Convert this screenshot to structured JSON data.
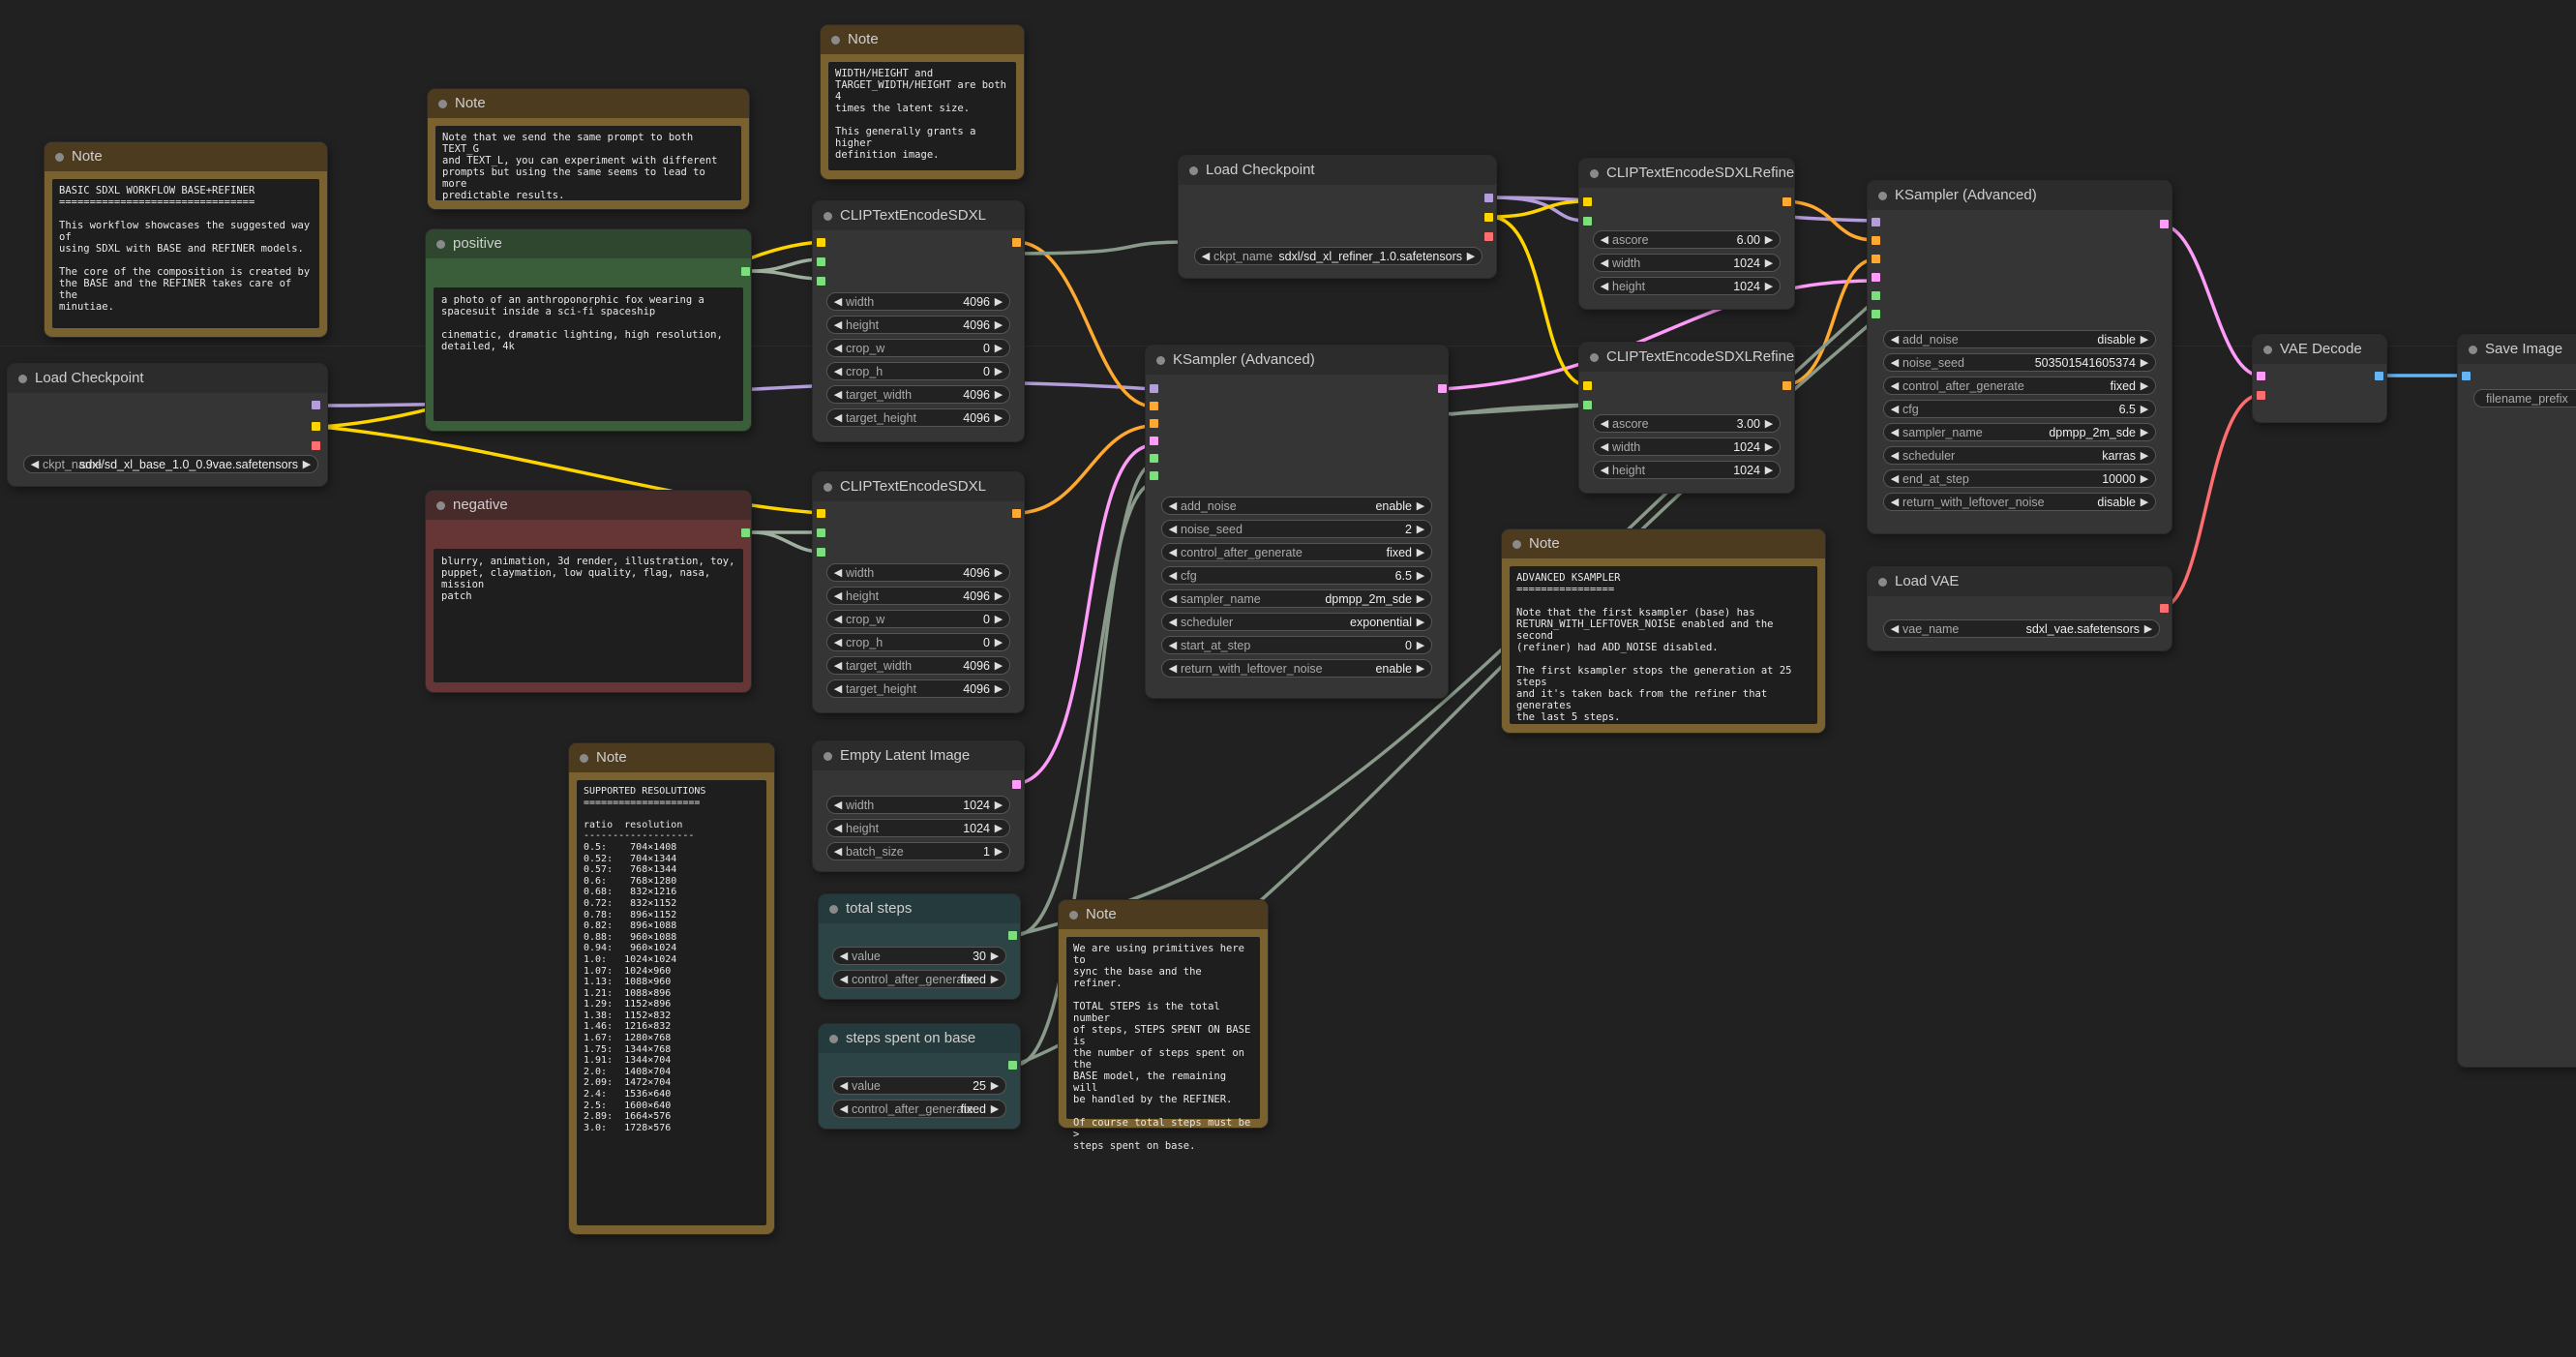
{
  "nodes": {
    "note_basic": {
      "title": "Note",
      "text": "BASIC SDXL WORKFLOW BASE+REFINER\n================================\n\nThis workflow showcases the suggested way of\nusing SDXL with BASE and REFINER models.\n\nThe core of the composition is created by\nthe BASE and the REFINER takes care of the\nminutiae."
    },
    "load_ckpt_base": {
      "title": "Load Checkpoint",
      "ckpt_label": "ckpt_name",
      "ckpt_value": "sdxl/sd_xl_base_1.0_0.9vae.safetensors"
    },
    "note_prompt": {
      "title": "Note",
      "text": "Note that we send the same prompt to both TEXT_G\nand TEXT_L, you can experiment with different\nprompts but using the same seems to lead to more\npredictable results."
    },
    "note_width": {
      "title": "Note",
      "text": "WIDTH/HEIGHT and\nTARGET_WIDTH/HEIGHT are both 4\ntimes the latent size.\n\nThis generally grants a higher\ndefinition image."
    },
    "positive": {
      "title": "positive",
      "text": "a photo of an anthroponorphic fox wearing a\nspacesuit inside a sci-fi spaceship\n\ncinematic, dramatic lighting, high resolution,\ndetailed, 4k"
    },
    "negative": {
      "title": "negative",
      "text": "blurry, animation, 3d render, illustration, toy,\npuppet, claymation, low quality, flag, nasa, mission\npatch"
    },
    "clip_pos": {
      "title": "CLIPTextEncodeSDXL",
      "widgets": [
        {
          "n": "width",
          "v": "4096"
        },
        {
          "n": "height",
          "v": "4096"
        },
        {
          "n": "crop_w",
          "v": "0"
        },
        {
          "n": "crop_h",
          "v": "0"
        },
        {
          "n": "target_width",
          "v": "4096"
        },
        {
          "n": "target_height",
          "v": "4096"
        }
      ]
    },
    "clip_neg": {
      "title": "CLIPTextEncodeSDXL",
      "widgets": [
        {
          "n": "width",
          "v": "4096"
        },
        {
          "n": "height",
          "v": "4096"
        },
        {
          "n": "crop_w",
          "v": "0"
        },
        {
          "n": "crop_h",
          "v": "0"
        },
        {
          "n": "target_width",
          "v": "4096"
        },
        {
          "n": "target_height",
          "v": "4096"
        }
      ]
    },
    "load_ckpt_ref": {
      "title": "Load Checkpoint",
      "ckpt_label": "ckpt_name",
      "ckpt_value": "sdxl/sd_xl_refiner_1.0.safetensors"
    },
    "ksampler_base": {
      "title": "KSampler (Advanced)",
      "widgets": [
        {
          "n": "add_noise",
          "v": "enable"
        },
        {
          "n": "noise_seed",
          "v": "2"
        },
        {
          "n": "control_after_generate",
          "v": "fixed"
        },
        {
          "n": "cfg",
          "v": "6.5"
        },
        {
          "n": "sampler_name",
          "v": "dpmpp_2m_sde"
        },
        {
          "n": "scheduler",
          "v": "exponential"
        },
        {
          "n": "start_at_step",
          "v": "0"
        },
        {
          "n": "return_with_leftover_noise",
          "v": "enable"
        }
      ]
    },
    "clip_ref_pos": {
      "title": "CLIPTextEncodeSDXLRefiner",
      "widgets": [
        {
          "n": "ascore",
          "v": "6.00"
        },
        {
          "n": "width",
          "v": "1024"
        },
        {
          "n": "height",
          "v": "1024"
        }
      ]
    },
    "clip_ref_neg": {
      "title": "CLIPTextEncodeSDXLRefiner",
      "widgets": [
        {
          "n": "ascore",
          "v": "3.00"
        },
        {
          "n": "width",
          "v": "1024"
        },
        {
          "n": "height",
          "v": "1024"
        }
      ]
    },
    "ksampler_ref": {
      "title": "KSampler (Advanced)",
      "widgets": [
        {
          "n": "add_noise",
          "v": "disable"
        },
        {
          "n": "noise_seed",
          "v": "503501541605374"
        },
        {
          "n": "control_after_generate",
          "v": "fixed"
        },
        {
          "n": "cfg",
          "v": "6.5"
        },
        {
          "n": "sampler_name",
          "v": "dpmpp_2m_sde"
        },
        {
          "n": "scheduler",
          "v": "karras"
        },
        {
          "n": "end_at_step",
          "v": "10000"
        },
        {
          "n": "return_with_leftover_noise",
          "v": "disable"
        }
      ]
    },
    "vae_decode": {
      "title": "VAE Decode"
    },
    "save_image": {
      "title": "Save Image",
      "filename_label": "filename_prefix"
    },
    "load_vae": {
      "title": "Load VAE",
      "vae_label": "vae_name",
      "vae_value": "sdxl_vae.safetensors"
    },
    "note_ksampler": {
      "title": "Note",
      "text": "ADVANCED KSAMPLER\n================\n\nNote that the first ksampler (base) has\nRETURN_WITH_LEFTOVER_NOISE enabled and the second\n(refiner) had ADD_NOISE disabled.\n\nThe first ksampler stops the generation at 25 steps\nand it's taken back from the refiner that generates\nthe last 5 steps."
    },
    "note_res": {
      "title": "Note",
      "text": "SUPPORTED RESOLUTIONS\n====================\n\nratio  resolution\n-------------------\n0.5:    704×1408\n0.52:   704×1344\n0.57:   768×1344\n0.6:    768×1280\n0.68:   832×1216\n0.72:   832×1152\n0.78:   896×1152\n0.82:   896×1088\n0.88:   960×1088\n0.94:   960×1024\n1.0:   1024×1024\n1.07:  1024×960\n1.13:  1088×960\n1.21:  1088×896\n1.29:  1152×896\n1.38:  1152×832\n1.46:  1216×832\n1.67:  1280×768\n1.75:  1344×768\n1.91:  1344×704\n2.0:   1408×704\n2.09:  1472×704\n2.4:   1536×640\n2.5:   1600×640\n2.89:  1664×576\n3.0:   1728×576"
    },
    "empty_latent": {
      "title": "Empty Latent Image",
      "widgets": [
        {
          "n": "width",
          "v": "1024"
        },
        {
          "n": "height",
          "v": "1024"
        },
        {
          "n": "batch_size",
          "v": "1"
        }
      ]
    },
    "total_steps": {
      "title": "total steps",
      "widgets": [
        {
          "n": "value",
          "v": "30"
        },
        {
          "n": "control_after_generate",
          "v": "fixed"
        }
      ]
    },
    "steps_base": {
      "title": "steps spent on base",
      "widgets": [
        {
          "n": "value",
          "v": "25"
        },
        {
          "n": "control_after_generate",
          "v": "fixed"
        }
      ]
    },
    "note_steps": {
      "title": "Note",
      "text": "We are using primitives here to\nsync the base and the refiner.\n\nTOTAL STEPS is the total number\nof steps, STEPS SPENT ON BASE is\nthe number of steps spent on the\nBASE model, the remaining will\nbe handled by the REFINER.\n\nOf course total steps must be >\nsteps spent on base."
    }
  },
  "colors": {
    "model": "#b39ddb",
    "clip": "#ffd500",
    "vae": "#ff6e6e",
    "conditioning": "#ffa931",
    "latent": "#ff9cf9",
    "int": "#7cde7c",
    "image": "#64b5f6",
    "wire_int": "#8a9a8a"
  }
}
